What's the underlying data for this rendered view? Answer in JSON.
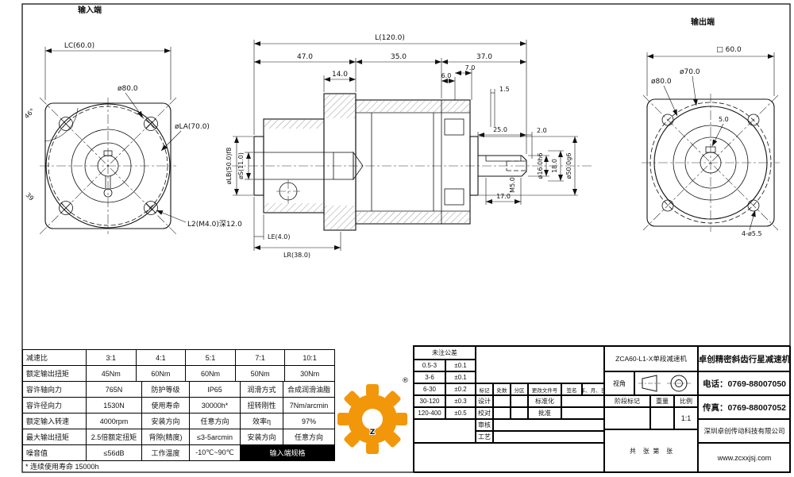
{
  "sheet": {
    "input_end": "输入端",
    "output_end": "输出端"
  },
  "left_view": {
    "lc": "LC(60.0)",
    "d80": "ø80.0",
    "dla": "øLA(70.0)",
    "angle": "46°",
    "side": "39",
    "l2": "L2(M4.0)深12.0"
  },
  "mid_view": {
    "l": "L(120.0)",
    "a47": "47.0",
    "a35": "35.0",
    "a37": "37.0",
    "a14": "14.0",
    "a6": "6.0",
    "a7": "7.0",
    "a15": "1.5",
    "a25": "25.0",
    "a2": "2.0",
    "a17": "17.0",
    "m5": "M5.0",
    "d16": "ø16.0h6",
    "a18": "18.0",
    "d50": "ø50.0g6",
    "ds": "øS(11.0)",
    "dlb": "øLB(50.0)f8",
    "le": "LE(4.0)",
    "lr": "LR(38.0)"
  },
  "right_view": {
    "sq": "□ 60.0",
    "d70": "ø70.0",
    "d80": "ø80.0",
    "key": "5.0",
    "holes": "4-ø5.5"
  },
  "spec": {
    "ratio_label": "减速比",
    "ratios": [
      "3:1",
      "4:1",
      "5:1",
      "7:1",
      "10:1"
    ],
    "torque_label": "额定输出扭矩",
    "torques": [
      "45Nm",
      "60Nm",
      "60Nm",
      "50Nm",
      "30Nm"
    ],
    "rows": [
      [
        "容许轴向力",
        "765N",
        "防护等级",
        "IP65",
        "润滑方式",
        "合成润滑油脂"
      ],
      [
        "容许径向力",
        "1530N",
        "使用寿命",
        "30000h*",
        "扭转刚性",
        "7Nm/arcmin"
      ],
      [
        "额定输入转速",
        "4000rpm",
        "安装方向",
        "任意方向",
        "效率η",
        "97%"
      ],
      [
        "最大输出扭矩",
        "2.5倍额定扭矩",
        "背隙(精度)",
        "≤3-5arcmin",
        "安装方向",
        "任意方向"
      ],
      [
        "噪音值",
        "≤56dB",
        "工作温度",
        "-10℃~90℃",
        "输入端规格"
      ]
    ],
    "footnote": "* 连续使用寿命 15000h"
  },
  "logo": {
    "z": "Z",
    "reg": "®"
  },
  "title_block": {
    "tol_header": "未注公差",
    "tol_rows": [
      [
        "0.5-3",
        "±0.1"
      ],
      [
        "3-6",
        "±0.1"
      ],
      [
        "6-30",
        "±0.2"
      ],
      [
        "30-120",
        "±0.3"
      ],
      [
        "120-400",
        "±0.5"
      ]
    ],
    "rev_headers": [
      "标记",
      "处数",
      "分区",
      "更改文件号",
      "签名",
      "年、月、日"
    ],
    "roles": [
      "设计",
      "校对",
      "审核",
      "工艺"
    ],
    "roles2": [
      "标准化",
      "批准"
    ],
    "model": "ZCA60-L1-X单段减速机",
    "product": "卓创精密斜齿行星减速机",
    "view_label": "视角",
    "stage_label": "阶段标记",
    "weight_label": "重量",
    "scale_label": "比例",
    "scale_value": "1:1",
    "sheet_text": "共    张  第    张",
    "phone": "电话：0769-88007050",
    "fax": "传真：0769-88007052",
    "company": "深圳卓创传动科技有限公司",
    "website": "www.zcxxjsj.com"
  }
}
